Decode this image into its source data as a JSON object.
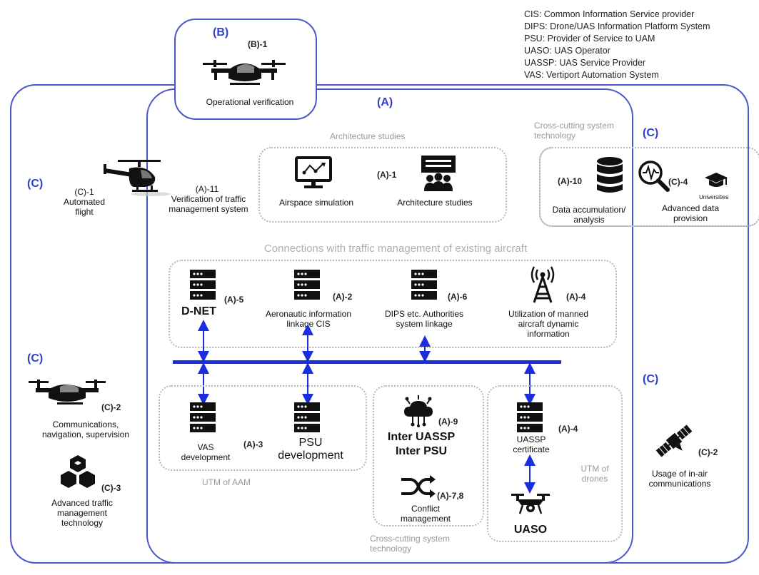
{
  "legend": [
    "CIS: Common Information Service provider",
    "DIPS: Drone/UAS Information Platform System",
    "PSU: Provider of Service to UAM",
    "UASO: UAS Operator",
    "UASSP: UAS Service Provider",
    "VAS: Vertiport Automation System"
  ],
  "sections": {
    "a": "(A)",
    "b": "(B)",
    "c": "(C)"
  },
  "b1": {
    "id": "(B)-1",
    "label": "Operational verification"
  },
  "c1": {
    "id": "(C)-1",
    "label": "Automated flight"
  },
  "a11": {
    "id": "(A)-11",
    "label": "Verification of traffic management system"
  },
  "arch": {
    "title": "Architecture studies",
    "airspace": "Airspace simulation",
    "id": "(A)-1",
    "studies": "Architecture studies"
  },
  "crosscut_top": "Cross-cutting system technology",
  "a10": {
    "id": "(A)-10",
    "label": "Data accumulation/ analysis"
  },
  "c4": {
    "id": "(C)-4",
    "universities": "Universities",
    "label": "Advanced data provision"
  },
  "connections": {
    "title": "Connections with traffic management of existing aircraft",
    "dnet_id": "(A)-5",
    "dnet": "D-NET",
    "a2_id": "(A)-2",
    "a2": "Aeronautic information linkage CIS",
    "a6_id": "(A)-6",
    "a6": "DIPS etc. Authorities system linkage",
    "a4_id": "(A)-4",
    "a4": "Utilization of manned aircraft dynamic information"
  },
  "aam": {
    "title": "UTM of AAM",
    "vas": "VAS development",
    "id": "(A)-3",
    "psu": "PSU development"
  },
  "inter": {
    "id": "(A)-9",
    "line1": "Inter UASSP",
    "line2": "Inter PSU",
    "conflict_id": "(A)-7,8",
    "conflict": "Conflict management",
    "crosscut": "Cross-cutting system technology"
  },
  "drones": {
    "id": "(A)-4",
    "cert": "UASSP certificate",
    "title": "UTM of drones",
    "uaso": "UASO"
  },
  "c2_left": {
    "id": "(C)-2",
    "label": "Communications, navigation, supervision"
  },
  "c3": {
    "id": "(C)-3",
    "label": "Advanced traffic management technology"
  },
  "c2_right": {
    "id": "(C)-2",
    "label": "Usage of in-air communications"
  },
  "colors": {
    "frame": "#4a56c9",
    "section": "#2e3fd0",
    "bus": "#1a2ee0",
    "dotted": "#b8b8b8"
  }
}
